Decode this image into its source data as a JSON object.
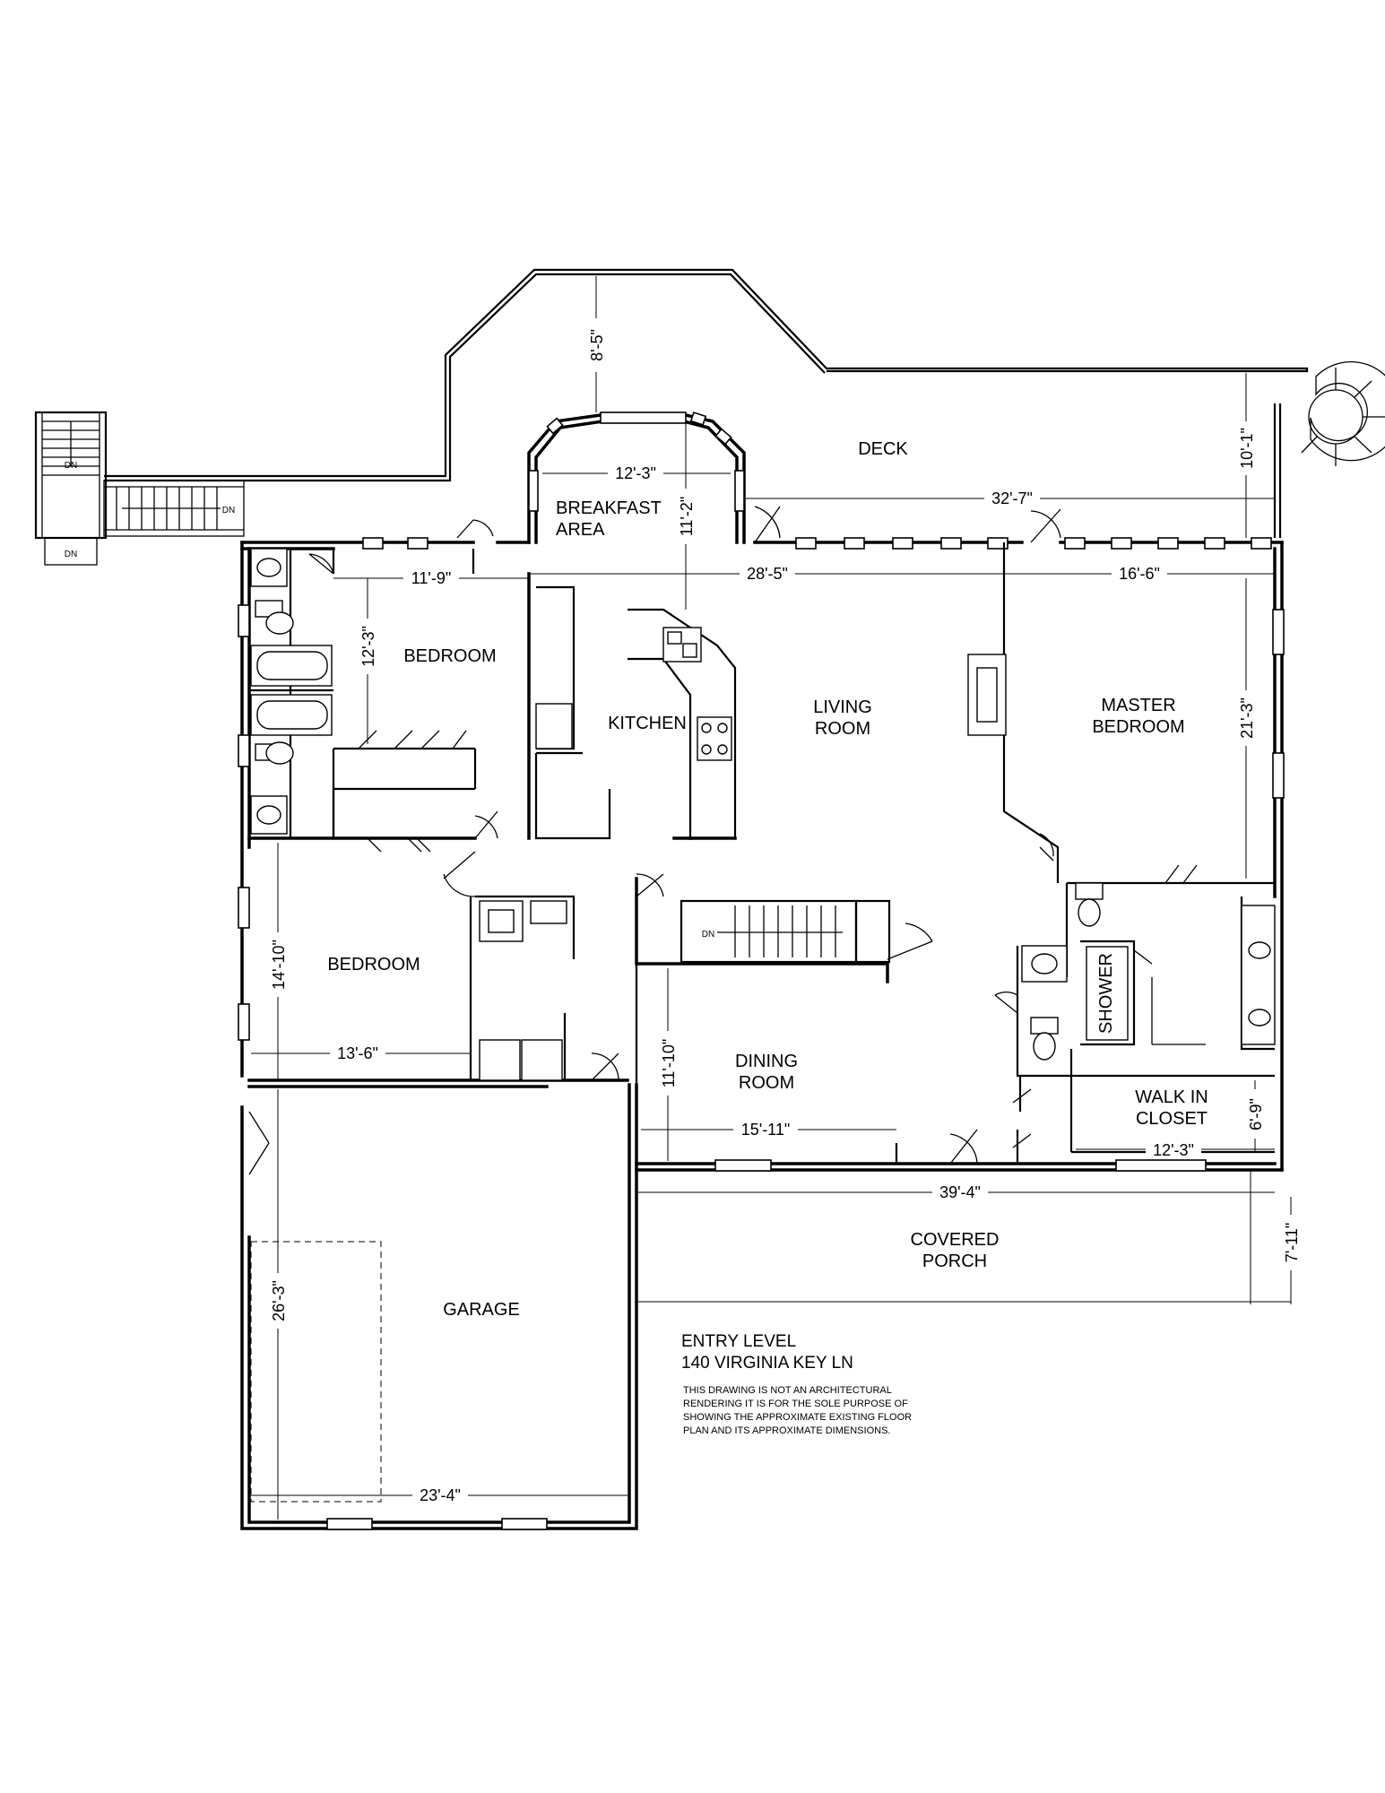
{
  "rooms": {
    "deck": "DECK",
    "breakfast_line1": "BREAKFAST",
    "breakfast_line2": "AREA",
    "bedroom_upper": "BEDROOM",
    "kitchen": "KITCHEN",
    "living_line1": "LIVING",
    "living_line2": "ROOM",
    "master_line1": "MASTER",
    "master_line2": "BEDROOM",
    "bedroom_lower": "BEDROOM",
    "shower": "SHOWER",
    "dining_line1": "DINING",
    "dining_line2": "ROOM",
    "closet_line1": "WALK IN",
    "closet_line2": "CLOSET",
    "porch_line1": "COVERED",
    "porch_line2": "PORCH",
    "garage": "GARAGE"
  },
  "dimensions": {
    "deck_depth": "8'-5\"",
    "deck_right": "10'-1\"",
    "breakfast_width": "12'-3\"",
    "breakfast_depth": "11'-2\"",
    "deck_width": "32'-7\"",
    "bedroom_upper_width": "11'-9\"",
    "bedroom_upper_depth": "12'-3\"",
    "living_width": "28'-5\"",
    "master_width": "16'-6\"",
    "master_depth": "21'-3\"",
    "bedroom_lower_depth": "14'-10\"",
    "bedroom_lower_width": "13'-6\"",
    "dining_depth": "11'-10\"",
    "dining_width": "15'-11\"",
    "closet_depth": "6'-9\"",
    "closet_width": "12'-3\"",
    "porch_width": "39'-4\"",
    "porch_depth": "7'-11\"",
    "garage_depth": "26'-3\"",
    "garage_width": "23'-4\""
  },
  "stairs": {
    "dn_label": "DN"
  },
  "title_block": {
    "line1": "ENTRY LEVEL",
    "line2": "140 VIRGINIA KEY LN",
    "note1": "THIS DRAWING IS NOT AN ARCHITECTURAL",
    "note2": "RENDERING IT IS FOR THE SOLE PURPOSE OF",
    "note3": "SHOWING THE APPROXIMATE EXISTING  FLOOR",
    "note4": "PLAN AND ITS APPROXIMATE DIMENSIONS."
  }
}
